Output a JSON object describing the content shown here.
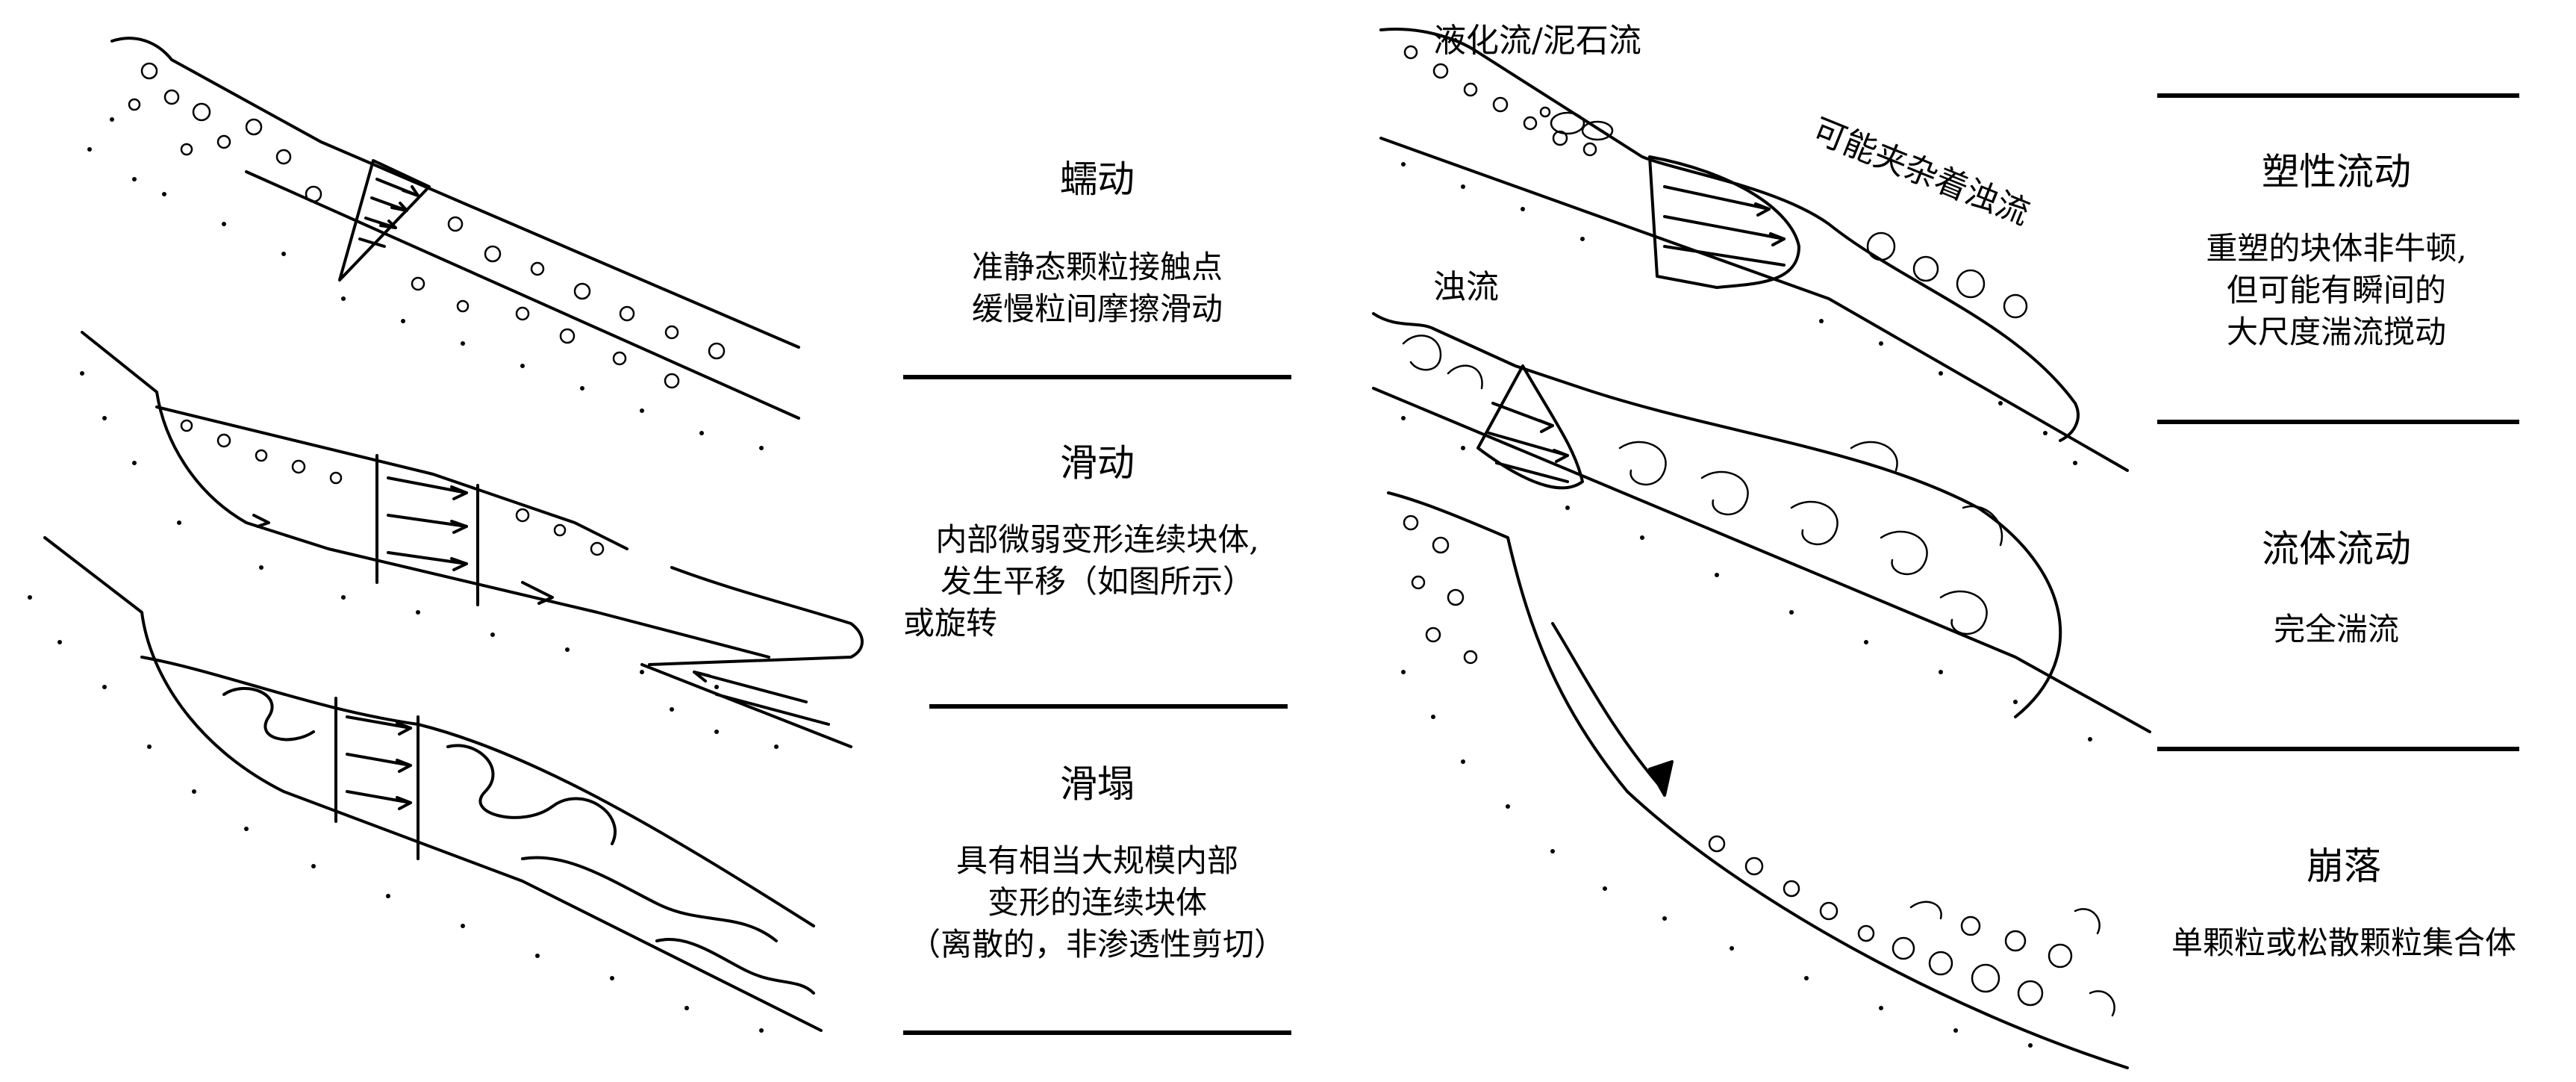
{
  "labels": {
    "liquefied_flow": "液化流/泥石流",
    "possibly_turbidity": "可能夹杂着浊流",
    "turbidity": "浊流"
  },
  "processes": [
    {
      "title": "蠕动",
      "desc": [
        "准静态颗粒接触点",
        "缓慢粒间摩擦滑动"
      ]
    },
    {
      "title": "滑动",
      "desc": [
        "内部微弱变形连续块体,",
        "发生平移（如图所示）",
        "或旋转"
      ]
    },
    {
      "title": "滑塌",
      "desc": [
        "具有相当大规模内部",
        "变形的连续块体",
        "（离散的，非渗透性剪切）"
      ]
    },
    {
      "title": "塑性流动",
      "desc": [
        "重塑的块体非牛顿,",
        "但可能有瞬间的",
        "大尺度湍流搅动"
      ]
    },
    {
      "title": "流体流动",
      "desc": [
        "完全湍流"
      ]
    },
    {
      "title": "崩落",
      "desc": [
        "单颗粒或松散颗粒集合体"
      ]
    }
  ]
}
